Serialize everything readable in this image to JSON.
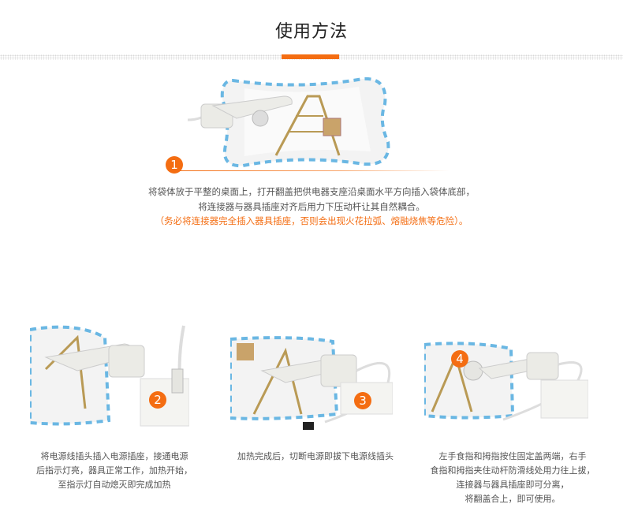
{
  "header": {
    "title": "使用方法"
  },
  "step1": {
    "badge": "1",
    "lines": [
      "将袋体放于平整的桌面上，打开翻盖把供电器支座沿桌面水平方向插入袋体底部，",
      "将连接器与器具插座对齐后用力下压动杆让其自然耦合。"
    ],
    "warning": "（务必将连接器完全插入器具插座，否则会出现火花拉弧、熔融烧焦等危险）。"
  },
  "steps": [
    {
      "badge": "2",
      "lines": [
        "将电源线插头插入电源插座，接通电源",
        "后指示灯亮，器具正常工作，加热开始，",
        "至指示灯自动熄灭即完成加热"
      ]
    },
    {
      "badge": "3",
      "lines": [
        "加热完成后，切断电源即拔下电源线插头"
      ]
    },
    {
      "badge": "4",
      "lines": [
        "左手食指和拇指按住固定盖两端，右手",
        "食指和拇指夹住动杆防滑线处用力往上拔，",
        "连接器与器具插座即可分离，",
        "将翻盖合上，即可使用。"
      ]
    }
  ],
  "colors": {
    "accent": "#f46d12"
  }
}
